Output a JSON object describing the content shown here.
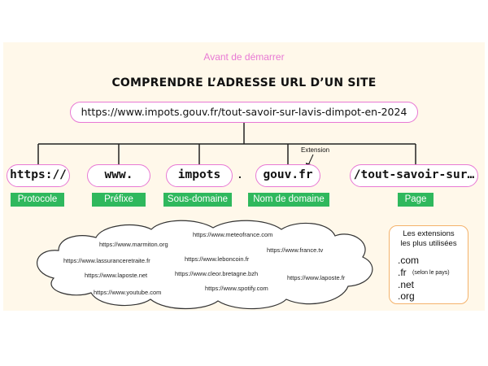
{
  "header": {
    "subtitle": "Avant de démarrer",
    "title": "COMPRENDRE L’ADRESSE URL D’UN SITE"
  },
  "full_url": "https://www.impots.gouv.fr/tout-savoir-sur-lavis-dimpot-en-2024",
  "separator": ".",
  "parts": [
    {
      "text": "https://",
      "label": "Protocole"
    },
    {
      "text": "www.",
      "label": "Préfixe"
    },
    {
      "text": "impots",
      "label": "Sous-domaine"
    },
    {
      "text": "gouv.fr",
      "label": "Nom de domaine"
    },
    {
      "text": "/tout-savoir-sur…",
      "label": "Page"
    }
  ],
  "extension_annotation": "Extension",
  "cloud_sites": [
    "https://www.meteofrance.com",
    "https://www.marmiton.org",
    "https://www.france.tv",
    "https://www.lassuranceretraite.fr",
    "https://www.leboncoin.fr",
    "https://www.laposte.net",
    "https://www.cleor.bretagne.bzh",
    "https://www.laposte.fr",
    "https://www.spotify.com",
    "https://www.youtube.com"
  ],
  "extensions_box": {
    "title_line1": "Les extensions",
    "title_line2": "les plus utilisées",
    "items": [
      ".com",
      ".fr",
      ".net",
      ".org"
    ],
    "fr_note": "(selon le pays)"
  },
  "colors": {
    "pill_border": "#e879d4",
    "label_bg": "#2fb85d",
    "card_bg": "#fff8ea",
    "ext_border": "#f4b26b"
  }
}
